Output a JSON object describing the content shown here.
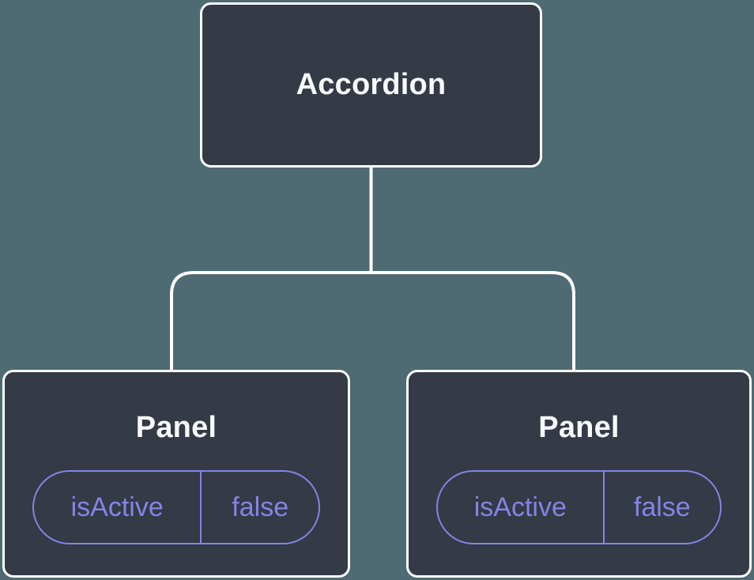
{
  "theme": {
    "background": "#4E6A73",
    "node_fill": "#343A46",
    "node_border": "#FFFFFF",
    "accent": "#8584E6",
    "text_color": "#F8F9FB"
  },
  "diagram": {
    "type": "component-tree",
    "root": {
      "label": "Accordion"
    },
    "children": [
      {
        "label": "Panel",
        "props": [
          {
            "name": "isActive",
            "value": "false"
          }
        ]
      },
      {
        "label": "Panel",
        "props": [
          {
            "name": "isActive",
            "value": "false"
          }
        ]
      }
    ]
  }
}
